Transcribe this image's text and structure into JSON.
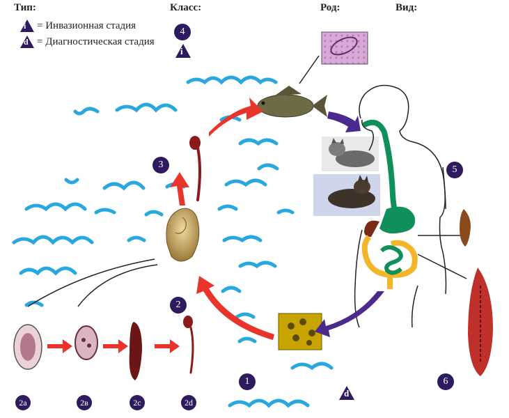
{
  "header": {
    "type": "Тип:",
    "class": "Класс:",
    "genus": "Род:",
    "species": "Вид:"
  },
  "legend": {
    "infective_symbol": "i",
    "infective_label": "= Инвазионная стадия",
    "diagnostic_symbol": "d",
    "diagnostic_label": "= Диагностическая стадия"
  },
  "markers": {
    "m1": "1",
    "m2": "2",
    "m3": "3",
    "m4": "4",
    "m5": "5",
    "m6": "6",
    "m2a": "2a",
    "m2b": "2в",
    "m2c": "2c",
    "m2d": "2d",
    "i_marker": "i",
    "d_marker": "d"
  },
  "colors": {
    "badge": "#2e1a5e",
    "water": "#29a8df",
    "red_arrow": "#e8342a",
    "purple_arrow": "#4a2a8c",
    "worm": "#8b1a1a",
    "digestive_green": "#0f8f5a",
    "digestive_orange": "#f5b52a"
  },
  "icons": [
    "fish-icon",
    "cat-icon",
    "wolf-icon",
    "snail-icon",
    "egg-icon",
    "human-silhouette-icon",
    "adult-fluke-icon"
  ]
}
